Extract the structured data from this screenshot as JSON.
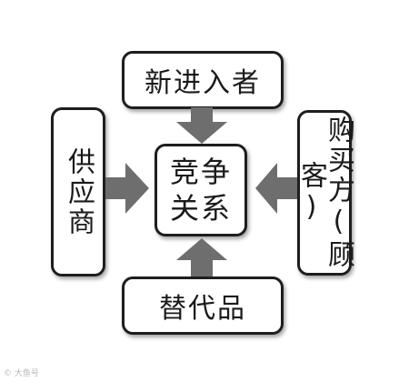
{
  "diagram": {
    "top_box": "新进入者",
    "left_box": "供应商",
    "right_box": "购买方(顾客)",
    "bottom_box": "替代品",
    "center_box": "竞争关系"
  },
  "watermark": "© 大鱼号",
  "colors": {
    "border": "#1e1e1e",
    "arrow": "#6e6e6e",
    "background": "#ffffff"
  }
}
